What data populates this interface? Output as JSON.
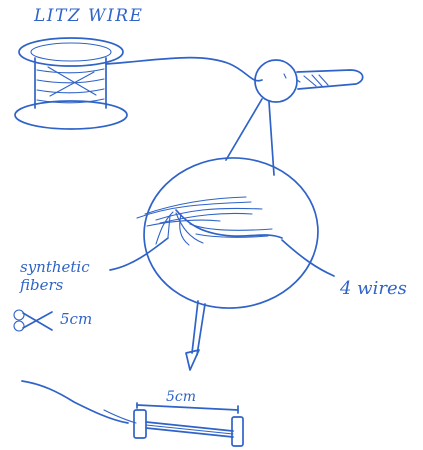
{
  "title": "LITZ WIRE",
  "labels": {
    "synthetic_fibers": "synthetic fibers",
    "cut_length": "5cm",
    "wires": "4 wires",
    "length": "5cm"
  },
  "icons": {
    "spool": "spool-icon",
    "probe": "probe-icon",
    "magnifier": "magnifier-circle-icon",
    "scissors": "scissors-icon",
    "sample": "sample-segment-icon"
  },
  "colors": {
    "ink": "#2f63c8",
    "paper": "#ffffff"
  }
}
